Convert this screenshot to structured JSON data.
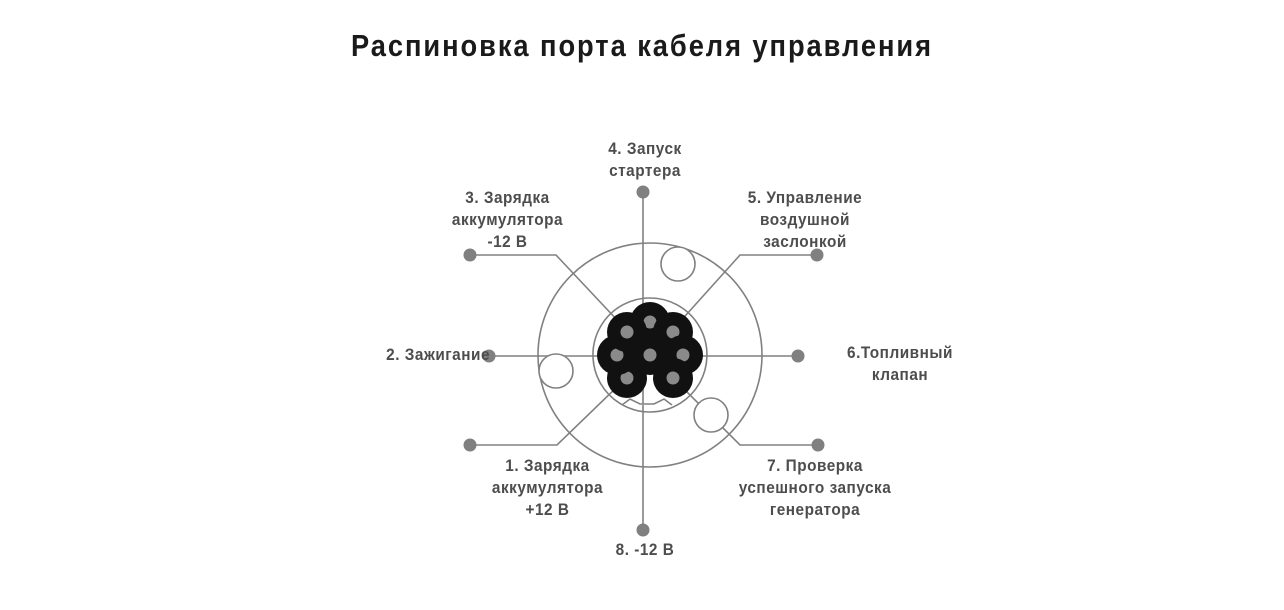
{
  "title": "Распиновка порта кабеля управления",
  "colors": {
    "line": "#808080",
    "dot": "#808080",
    "pin_outer": "#111111",
    "pin_inner": "#8a8a8a",
    "text": "#4d4d4d",
    "title_text": "#1a1a1a",
    "background": "#ffffff"
  },
  "connector": {
    "name": "control-cable-port",
    "outer_ring_radius": 112,
    "body_radius": 57,
    "pin_count_total": 9,
    "pin_ring_count": 8,
    "center_pin_count": 1,
    "screw_holes": 3,
    "keyway_notch": true
  },
  "pins": [
    {
      "number": "1",
      "label": "1. Зарядка\nаккумулятора\n+12 В",
      "name": "pin-1-battery-charge-plus-12v",
      "position": "bottom-left"
    },
    {
      "number": "2",
      "label": "2. Зажигание",
      "name": "pin-2-ignition",
      "position": "left"
    },
    {
      "number": "3",
      "label": "3. Зарядка\nаккумулятора\n-12 В",
      "name": "pin-3-battery-charge-minus-12v",
      "position": "top-left"
    },
    {
      "number": "4",
      "label": "4. Запуск\nстартера",
      "name": "pin-4-starter-launch",
      "position": "top"
    },
    {
      "number": "5",
      "label": "5. Управление\nвоздушной\nзаслонкой",
      "name": "pin-5-air-damper-control",
      "position": "top-right"
    },
    {
      "number": "6",
      "label": "6.Топливный\nклапан",
      "name": "pin-6-fuel-valve",
      "position": "right"
    },
    {
      "number": "7",
      "label": "7. Проверка\nуспешного запуска\nгенератора",
      "name": "pin-7-generator-start-check",
      "position": "bottom-right"
    },
    {
      "number": "8",
      "label": "8. -12 В",
      "name": "pin-8-minus-12v",
      "position": "bottom"
    }
  ]
}
